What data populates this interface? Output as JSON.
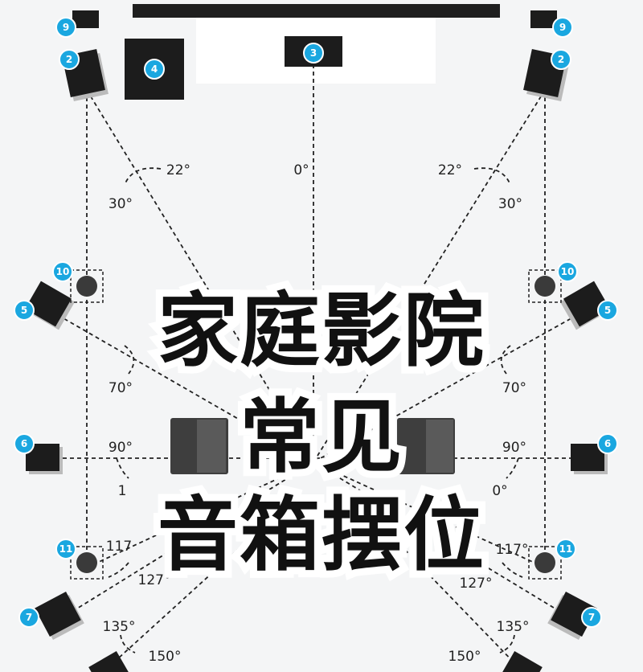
{
  "title": {
    "line1": "家庭影院",
    "line2": "常见",
    "line3": "音箱摆位"
  },
  "angles": {
    "front_center": "0°",
    "front_left_inner": "22°",
    "front_left_outer": "30°",
    "front_right_inner": "22°",
    "front_right_outer": "30°",
    "side_left": "70°",
    "side_right": "70°",
    "side_left_90": "90°",
    "side_right_90": "90°",
    "side_left_110_partial": "1",
    "side_right_110_partial": "0°",
    "rear_left_117": "117",
    "rear_left_127": "127°",
    "rear_right_117": "117°",
    "rear_right_127": "127°",
    "back_left_135": "135°",
    "back_left_150": "150°",
    "back_right_135": "135°",
    "back_right_150": "150°"
  },
  "speakers": {
    "s2_left": "2",
    "s2_right": "2",
    "s3": "3",
    "s4": "4",
    "s5_left": "5",
    "s5_right": "5",
    "s6_left": "6",
    "s6_right": "6",
    "s7_left": "7",
    "s7_right": "7",
    "s9_left": "9",
    "s9_right": "9",
    "s10_left": "10",
    "s10_right": "10",
    "s11_left": "11",
    "s11_right": "11"
  },
  "colors": {
    "badge": "#1aa7e0",
    "speaker": "#1c1c1c",
    "background": "#f4f5f6",
    "title_text": "#111111",
    "title_outline": "#ffffff"
  }
}
